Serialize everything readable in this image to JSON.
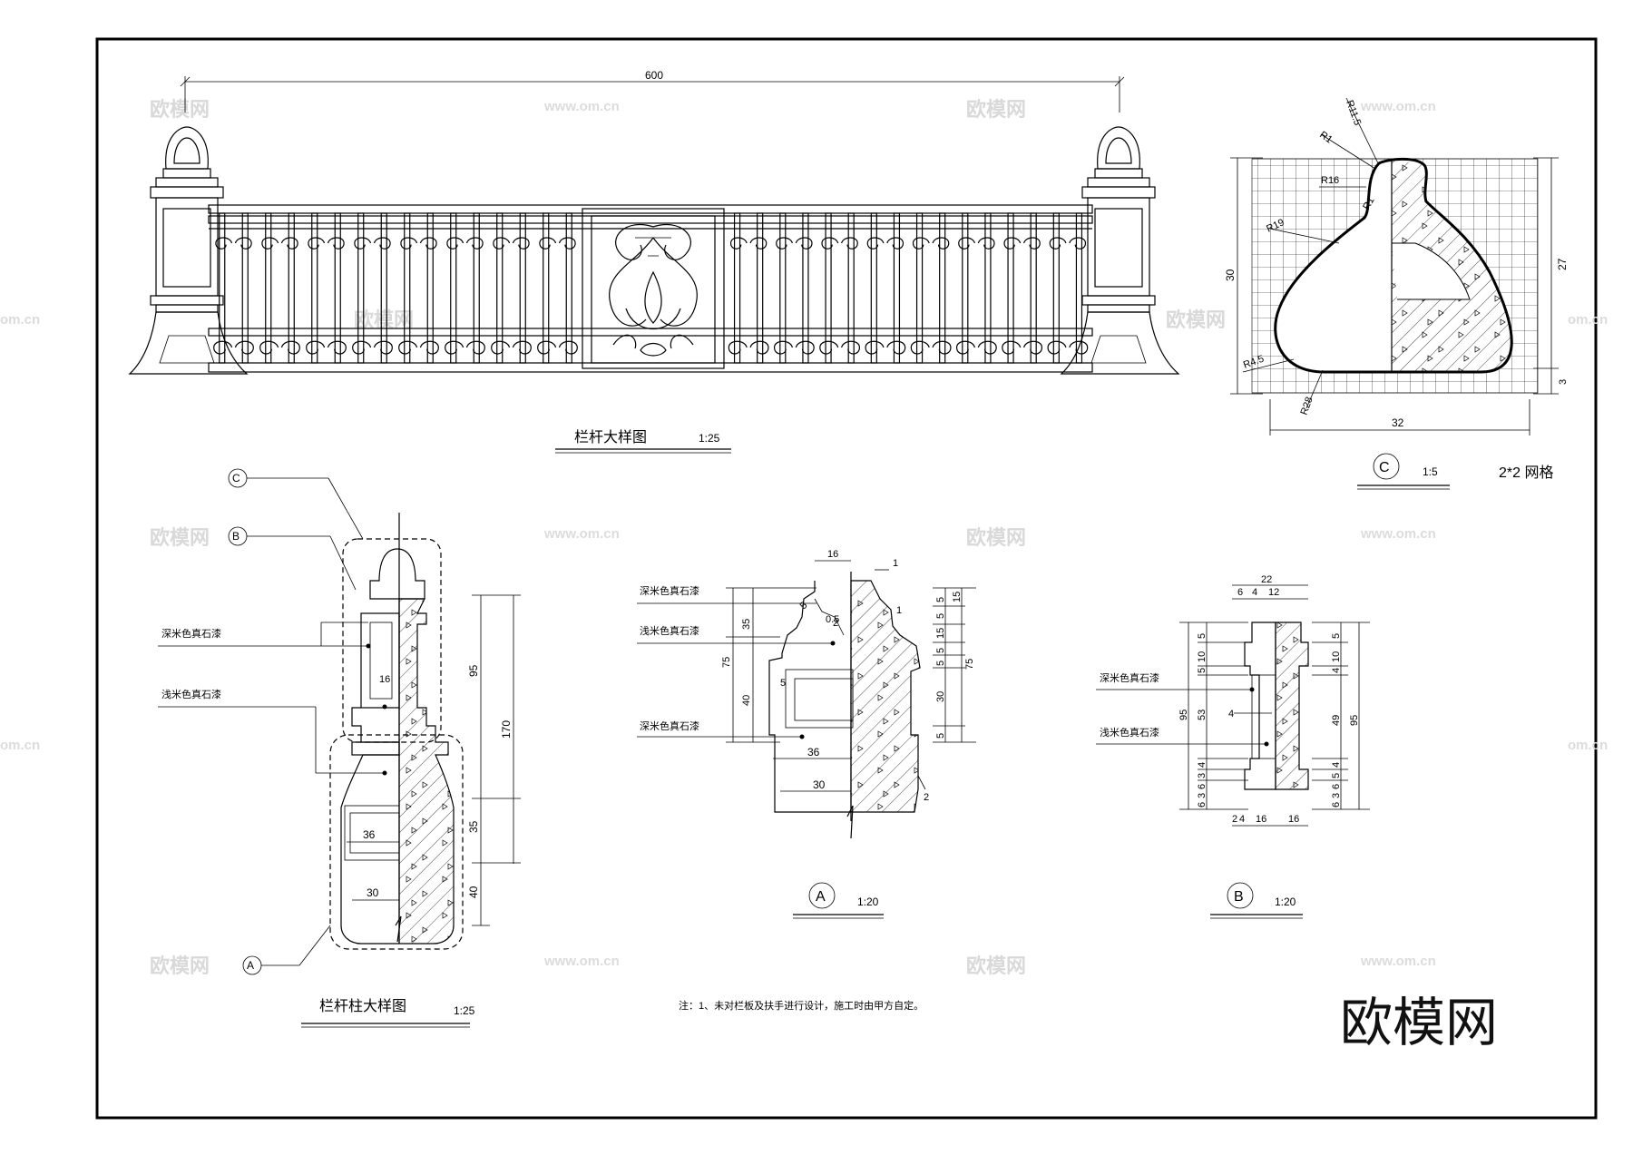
{
  "watermark": {
    "brand": "欧模网",
    "site": "www.om.cn",
    "site_short": "om.cn"
  },
  "railing": {
    "title": "栏杆大样图",
    "scale": "1:25",
    "overall_dim": "600"
  },
  "post": {
    "title": "栏杆柱大样图",
    "scale": "1:25",
    "callouts": {
      "c": "C",
      "b": "B",
      "a": "A"
    },
    "material_dark": "深米色真石漆",
    "material_light": "浅米色真石漆",
    "dims": {
      "h95": "95",
      "h170": "170",
      "h35": "35",
      "h40": "40",
      "w16": "16",
      "w36": "36",
      "w30": "30"
    }
  },
  "detail_a": {
    "label": "A",
    "scale": "1:20",
    "material_dark_1": "深米色真石漆",
    "material_light": "浅米色真石漆",
    "material_dark_2": "深米色真石漆",
    "dims": {
      "w16": "16",
      "one": "1",
      "h35": "35",
      "h75": "75",
      "h40": "40",
      "five": "5",
      "w36": "36",
      "w30": "30",
      "two": "2",
      "r5": "5",
      "r0_5": "0.5",
      "r1": "1",
      "rt15": "15",
      "rt5a": "5",
      "rt5b": "5",
      "rt15b": "15",
      "rt5c": "5",
      "rt5d": "5",
      "rt30": "30",
      "rt5e": "5",
      "rt75": "75"
    }
  },
  "detail_b": {
    "label": "B",
    "scale": "1:20",
    "material_dark": "深米色真石漆",
    "material_light": "浅米色真石漆",
    "dims": {
      "w22": "22",
      "w6": "6",
      "w4": "4",
      "w12": "12",
      "l10": "10",
      "l5a": "5",
      "l5b": "5",
      "l95": "95",
      "l53": "53",
      "l6": "6",
      "l3": "3",
      "l6b": "6",
      "l3b": "3",
      "l4": "4",
      "four": "4",
      "b2": "2",
      "b4": "4",
      "b16a": "16",
      "b16b": "16",
      "r4": "4",
      "r10": "10",
      "r5a": "5",
      "r5b": "5",
      "r49": "49",
      "r95": "95",
      "r6": "6",
      "r3": "3",
      "r6b": "6",
      "r3b": "3",
      "r4b": "4"
    }
  },
  "detail_c": {
    "label": "C",
    "scale": "1:5",
    "grid_note": "2*2 网格",
    "dims": {
      "r11_5": "R11.5",
      "r1a": "R1",
      "r16": "R16",
      "r1b": "R1",
      "r19": "R19",
      "r4_5": "R4.5",
      "r28": "R28",
      "h30": "30",
      "h27": "27",
      "h3": "3",
      "w32": "32"
    }
  },
  "note": "注：1、未对栏板及扶手进行设计，施工时由甲方自定。"
}
